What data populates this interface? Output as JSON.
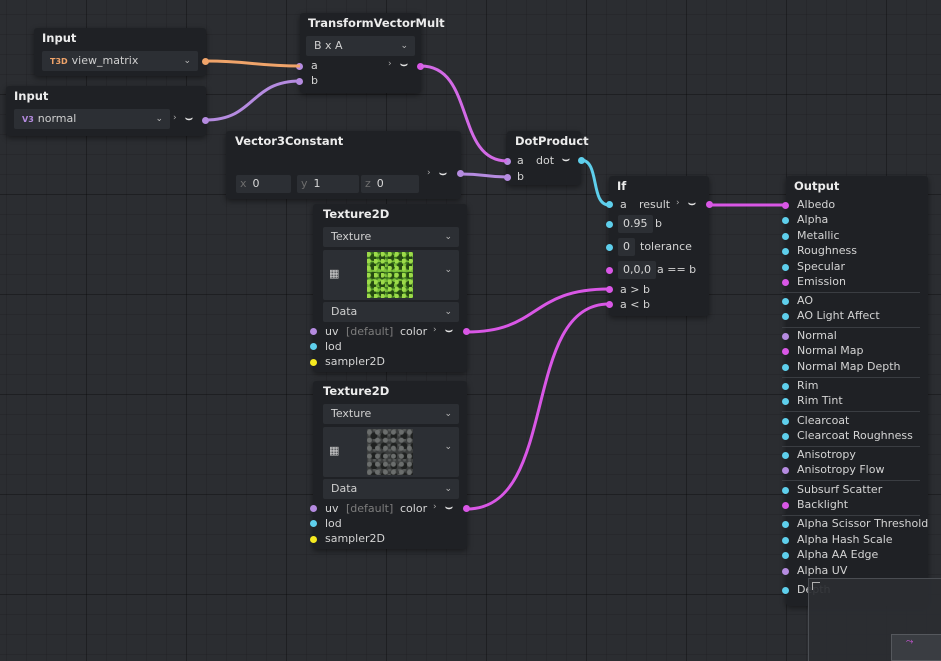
{
  "nodes": {
    "input_view": {
      "title": "Input",
      "value": "view_matrix",
      "badge": "T3D"
    },
    "input_normal": {
      "title": "Input",
      "value": "normal",
      "badge": "V3"
    },
    "transform": {
      "title": "TransformVectorMult",
      "mode": "B x A",
      "port_a": "a",
      "port_b": "b"
    },
    "vector3": {
      "title": "Vector3Constant",
      "x_label": "x",
      "x": "0",
      "y_label": "y",
      "y": "1",
      "z_label": "z",
      "z": "0"
    },
    "dot": {
      "title": "DotProduct",
      "port_a": "a",
      "port_b": "b",
      "out": "dot"
    },
    "tex1": {
      "title": "Texture2D",
      "type": "Texture",
      "format": "Data",
      "uv": "uv",
      "uv_default": "[default]",
      "color": "color",
      "lod": "lod",
      "sampler": "sampler2D"
    },
    "tex2": {
      "title": "Texture2D",
      "type": "Texture",
      "format": "Data",
      "uv": "uv",
      "uv_default": "[default]",
      "color": "color",
      "lod": "lod",
      "sampler": "sampler2D"
    },
    "if": {
      "title": "If",
      "port_a": "a",
      "result": "result",
      "b_value": "0.95",
      "b_label": "b",
      "tol_value": "0",
      "tol_label": "tolerance",
      "eq_value": "0,0,0",
      "eq_label": "a == b",
      "gt_label": "a > b",
      "lt_label": "a < b"
    },
    "output": {
      "title": "Output",
      "ports": [
        {
          "label": "Albedo",
          "color": "pink"
        },
        {
          "label": "Alpha",
          "color": "cyan"
        },
        {
          "label": "Metallic",
          "color": "cyan"
        },
        {
          "label": "Roughness",
          "color": "cyan"
        },
        {
          "label": "Specular",
          "color": "cyan"
        },
        {
          "label": "Emission",
          "color": "pink"
        },
        {
          "label": "AO",
          "color": "cyan"
        },
        {
          "label": "AO Light Affect",
          "color": "cyan"
        },
        {
          "label": "Normal",
          "color": "violet"
        },
        {
          "label": "Normal Map",
          "color": "pink"
        },
        {
          "label": "Normal Map Depth",
          "color": "cyan"
        },
        {
          "label": "Rim",
          "color": "cyan"
        },
        {
          "label": "Rim Tint",
          "color": "cyan"
        },
        {
          "label": "Clearcoat",
          "color": "cyan"
        },
        {
          "label": "Clearcoat Roughness",
          "color": "cyan"
        },
        {
          "label": "Anisotropy",
          "color": "cyan"
        },
        {
          "label": "Anisotropy Flow",
          "color": "violet"
        },
        {
          "label": "Subsurf Scatter",
          "color": "cyan"
        },
        {
          "label": "Backlight",
          "color": "pink"
        },
        {
          "label": "Alpha Scissor Threshold",
          "color": "cyan"
        },
        {
          "label": "Alpha Hash Scale",
          "color": "cyan"
        },
        {
          "label": "Alpha AA Edge",
          "color": "cyan"
        },
        {
          "label": "Alpha UV",
          "color": "violet"
        },
        {
          "label": "Depth",
          "color": "cyan"
        }
      ]
    }
  },
  "colors": {
    "orange": "#f0a46a",
    "violet": "#b58be0",
    "pink": "#d957e6",
    "cyan": "#5ecfec",
    "yellow": "#f6ea20"
  },
  "icons": {
    "dropdown": "chevron-down-icon",
    "expand": "chevron-right-icon",
    "collapse": "collapse-icon",
    "texture": "texture-icon"
  }
}
